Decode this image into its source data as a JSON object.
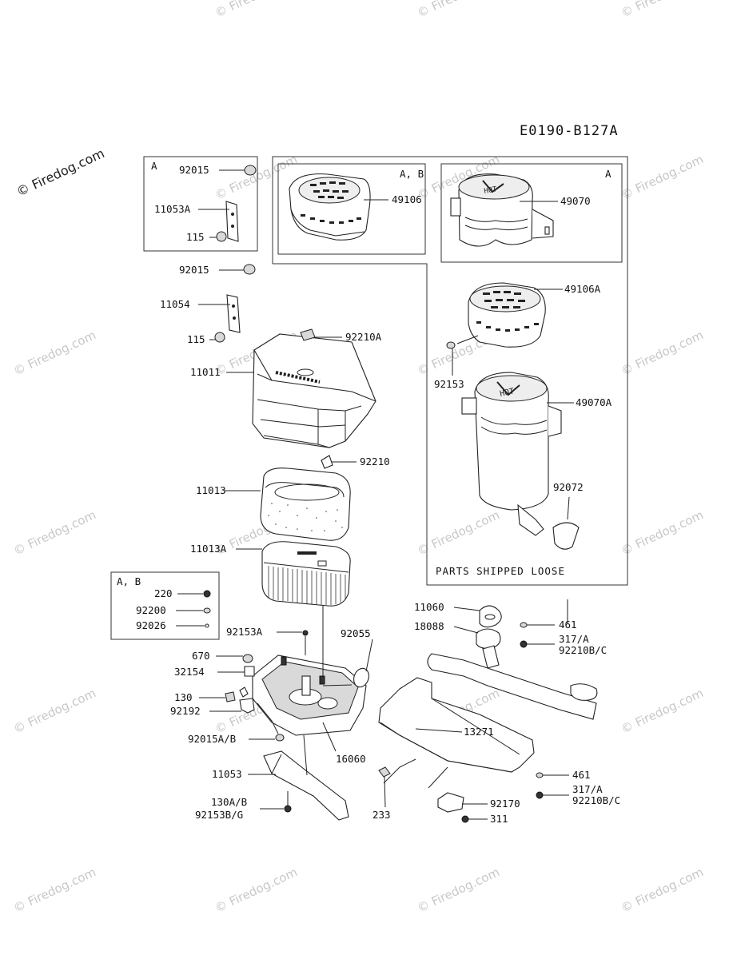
{
  "diagram_code": "E0190-B127A",
  "watermark": "© Firedog.com",
  "boxes": {
    "box_a_top_left": {
      "title": "A"
    },
    "box_ab_top": {
      "title": "A, B"
    },
    "box_a_top_right": {
      "title": "A"
    },
    "box_ab_left": {
      "title": "A, B"
    },
    "loose_note": "PARTS SHIPPED LOOSE"
  },
  "labels": {
    "l92015_a": "92015",
    "l11053A": "11053A",
    "l115_a": "115",
    "l92015_b": "92015",
    "l11054": "11054",
    "l115_b": "115",
    "l92210A": "92210A",
    "l11011": "11011",
    "l92210": "92210",
    "l11013": "11013",
    "l11013A": "11013A",
    "l220": "220",
    "l92200": "92200",
    "l92026": "92026",
    "l92153A": "92153A",
    "l670": "670",
    "l32154": "32154",
    "l130": "130",
    "l92192": "92192",
    "l92015AB": "92015A/B",
    "l11053": "11053",
    "l130AB": "130A/B",
    "l92153BG": "92153B/G",
    "l92055": "92055",
    "l16060": "16060",
    "l233": "233",
    "l49106": "49106",
    "l49070": "49070",
    "l49106A": "49106A",
    "l92153": "92153",
    "l49070A": "49070A",
    "l92072": "92072",
    "l11060": "11060",
    "l18088": "18088",
    "l461_a": "461",
    "l317A_a": "317/A",
    "l92210BC_a": "92210B/C",
    "l13271": "13271",
    "l461_b": "461",
    "l317A_b": "317/A",
    "l92210BC_b": "92210B/C",
    "l92170": "92170",
    "l311": "311"
  }
}
